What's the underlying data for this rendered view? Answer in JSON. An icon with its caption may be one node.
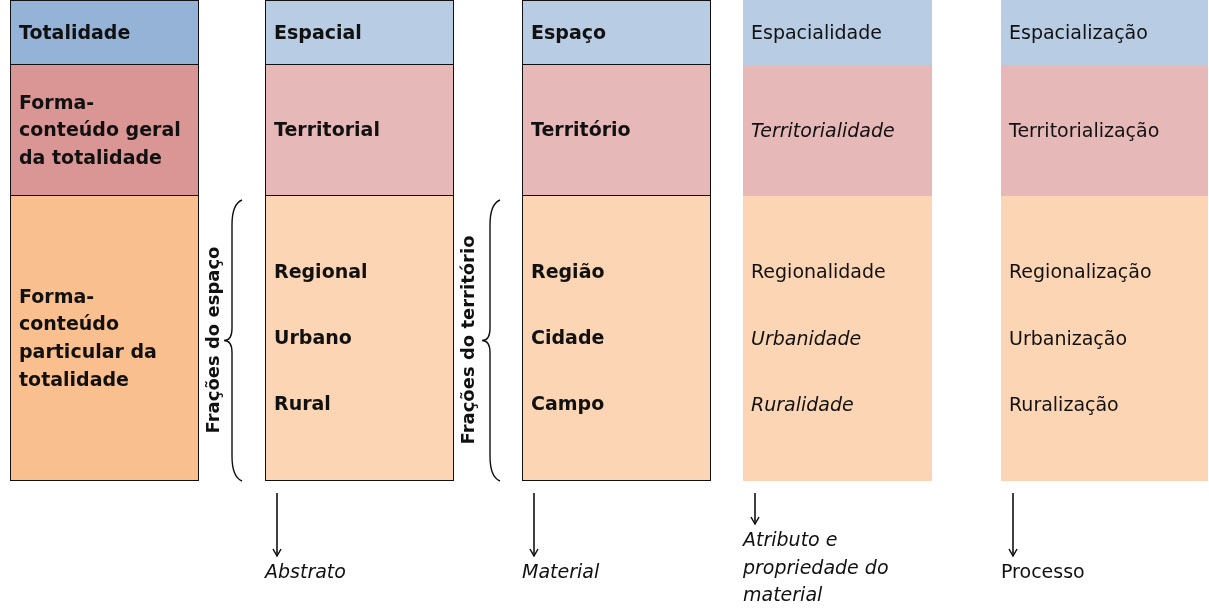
{
  "diagram": {
    "nodes": [
      {
        "text": [
          "Totalidade"
        ]
      },
      {
        "text": [
          "Espacial"
        ]
      },
      {
        "text": [
          "Espaço"
        ]
      },
      {
        "text": [
          "Espacialidade"
        ]
      },
      {
        "text": [
          "Espacialização"
        ]
      },
      {
        "text": [
          "Forma-conteúdo geral da totalidade"
        ]
      },
      {
        "text": [
          "Territorial"
        ]
      },
      {
        "text": [
          "Território"
        ]
      },
      {
        "text": [
          "Territorialidade"
        ]
      },
      {
        "text": [
          "Territorialização"
        ]
      },
      {
        "text": [
          "Forma-conteúdo particular da totalidade"
        ]
      },
      {
        "text": [
          "Regional",
          "Urbano",
          "Rural"
        ]
      },
      {
        "text": [
          "Região",
          "Cidade",
          "Campo"
        ]
      },
      {
        "text": [
          "Regionalidade",
          "Urbanidade",
          "Ruralidade"
        ]
      },
      {
        "text": [
          "Regionalização",
          "Urbanização",
          "Ruralização"
        ]
      },
      {
        "text": [
          "Abstrato"
        ]
      },
      {
        "text": [
          "Material"
        ]
      },
      {
        "text": [
          "Atributo e propriedade do material"
        ]
      },
      {
        "text": [
          "Processo"
        ]
      }
    ],
    "edges": [
      {
        "from": 11,
        "to": 15,
        "arrow": "to"
      },
      {
        "from": 12,
        "to": 16,
        "arrow": "to"
      },
      {
        "from": 13,
        "to": 17,
        "arrow": "to"
      },
      {
        "from": 14,
        "to": 18,
        "arrow": "to"
      }
    ],
    "labels": [
      "Frações do espaço",
      "Frações do território"
    ]
  }
}
